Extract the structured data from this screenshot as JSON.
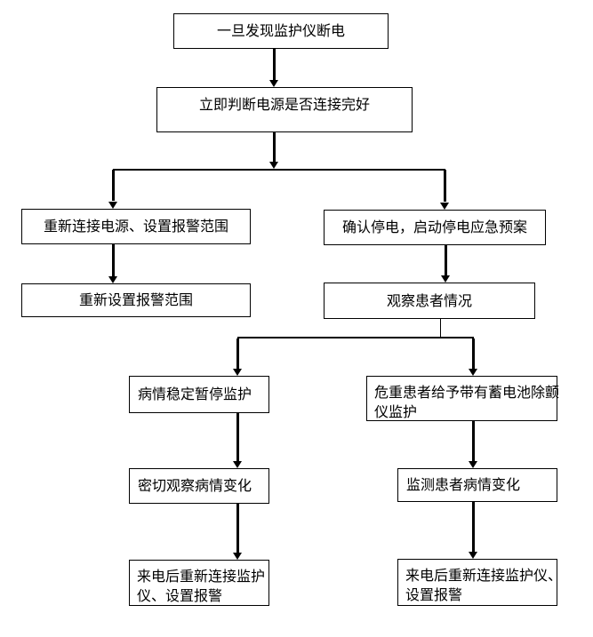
{
  "canvas": {
    "background": "#ffffff",
    "line_color": "#000000",
    "text_color": "#000000"
  },
  "flowchart": {
    "type": "flowchart",
    "nodes": [
      {
        "id": "power-loss-detected",
        "label": "一旦发现监护仪断电"
      },
      {
        "id": "check-power-connection",
        "label": "立即判断电源是否连接完好"
      },
      {
        "id": "reconnect-power-set-alarm",
        "label": "重新连接电源、设置报警范围"
      },
      {
        "id": "confirm-outage-start-plan",
        "label": "确认停电，启动停电应急预案"
      },
      {
        "id": "reset-alarm-range",
        "label": "重新设置报警范围"
      },
      {
        "id": "observe-patient",
        "label": "观察患者情况"
      },
      {
        "id": "stable-pause-monitoring",
        "label": "病情稳定暂停监护"
      },
      {
        "id": "critical-battery-defib",
        "label": "危重患者给予带有蓄电池除颤仪监护",
        "lines": [
          "危重患者给予带有蓄电池除颤",
          "仪监护"
        ]
      },
      {
        "id": "closely-observe-changes",
        "label": "密切观察病情变化"
      },
      {
        "id": "monitor-condition-changes",
        "label": "监测患者病情变化"
      },
      {
        "id": "power-restored-reconnect-left",
        "label": "来电后重新连接监护仪、设置报警",
        "lines": [
          "来电后重新连接监护",
          "仪、设置报警"
        ]
      },
      {
        "id": "power-restored-reconnect-right",
        "label": "来电后重新连接监护仪、设置报警",
        "lines": [
          "来电后重新连接监护仪、",
          "设置报警"
        ]
      }
    ]
  }
}
